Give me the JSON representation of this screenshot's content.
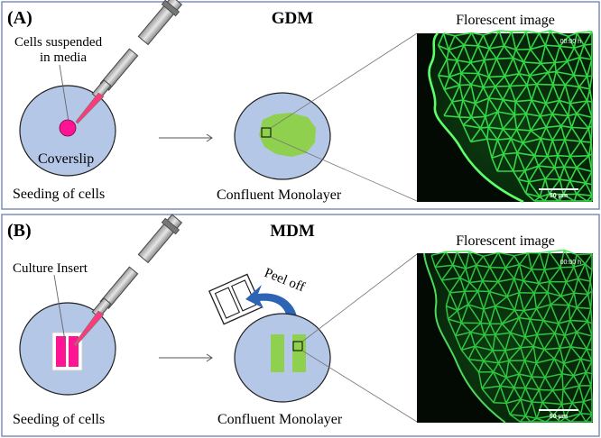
{
  "panel_a": {
    "label": "(A)",
    "title": "GDM",
    "cells_label_line1": "Cells suspended",
    "cells_label_line2": "in media",
    "coverslip_label": "Coverslip",
    "seeding_caption": "Seeding of cells",
    "monolayer_caption": "Confluent Monolayer",
    "image_title": "Florescent image",
    "timestamp": "00:00 h",
    "scale_bar": "50 μm"
  },
  "panel_b": {
    "label": "(B)",
    "title": "MDM",
    "insert_label": "Culture Insert",
    "peel_label": "Peel off",
    "seeding_caption": "Seeding of cells",
    "monolayer_caption": "Confluent Monolayer",
    "image_title": "Florescent image",
    "timestamp": "00:00 h",
    "scale_bar": "50 μm"
  },
  "colors": {
    "frame": "#7f8fb8",
    "dish_fill": "#b4c7e7",
    "dish_stroke": "#1f1f1f",
    "pink": "#ff1493",
    "green_mono": "#8fd14f",
    "fluor_green": "#37e04a",
    "peel_arrow": "#2e64b4"
  }
}
